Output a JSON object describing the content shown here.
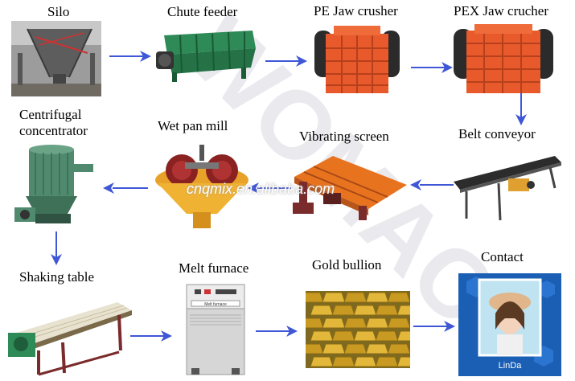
{
  "labels": {
    "silo": "Silo",
    "chute_feeder": "Chute feeder",
    "pe_jaw_crusher": "PE Jaw crusher",
    "pex_jaw_crusher": "PEX Jaw crucher",
    "centrifugal_1": "Centrifugal",
    "centrifugal_2": "concentrator",
    "wet_pan_mill": "Wet pan mill",
    "vibrating_screen": "Vibrating screen",
    "belt_conveyor": "Belt conveyor",
    "shaking_table": "Shaking table",
    "melt_furnace": "Melt furnace",
    "gold_bullion": "Gold bullion",
    "contact": "Contact"
  },
  "watermark": {
    "url": "cnqmix.en.alibaba.com",
    "brand": "WOMAC"
  },
  "contact_card": {
    "name": "LinDa"
  },
  "furnace_plate": "Melt furnace",
  "colors": {
    "arrow": "#3f57d6",
    "crusher": "#e85a2c",
    "feeder": "#2e8a56",
    "mill": "#e8a22a",
    "concentrator": "#4f8a6e",
    "gold": "#d4a62a"
  }
}
